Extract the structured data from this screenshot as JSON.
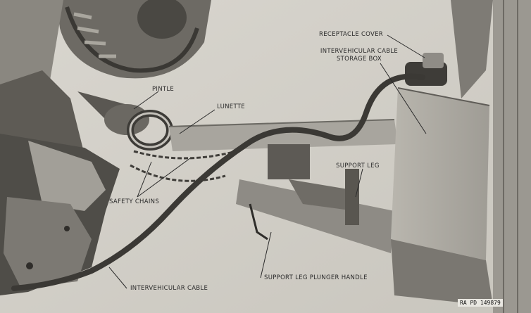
{
  "labels": {
    "receptacle_cover": "RECEPTACLE COVER",
    "storage_box_line1": "INTERVEHICULAR CABLE",
    "storage_box_line2": "STORAGE BOX",
    "pintle": "PINTLE",
    "lunette": "LUNETTE",
    "support_leg": "SUPPORT LEG",
    "safety_chains": "SAFETY CHAINS",
    "support_leg_plunger_handle": "SUPPORT LEG PLUNGER HANDLE",
    "intervehicular_cable": "INTERVEHICULAR CABLE"
  },
  "plate_number": "RA PD 149879",
  "colors": {
    "paper": "#d2cfc7",
    "ink": "#2a2a2a"
  }
}
